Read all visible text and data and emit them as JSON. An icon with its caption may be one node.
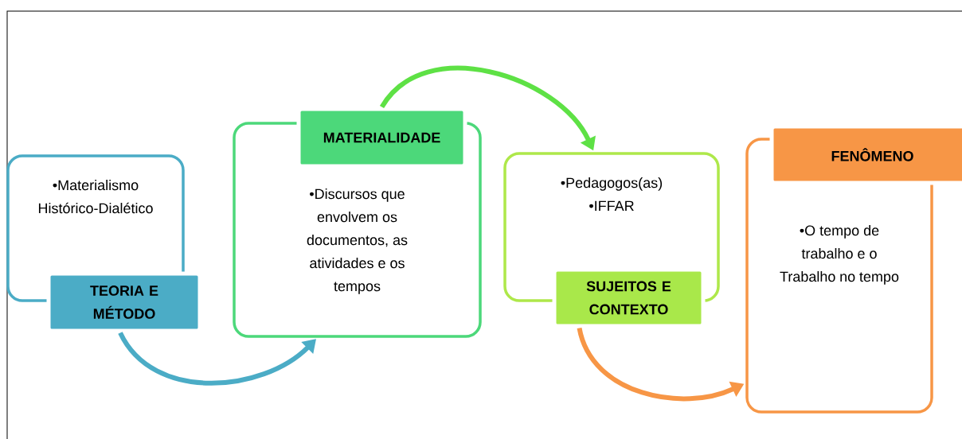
{
  "diagram": {
    "nodes": [
      {
        "text": [
          "•Materialismo Histórico-Dialético"
        ]
      },
      {
        "text": [
          "TEORIA E MÉTODO"
        ]
      },
      {
        "text": [
          "•Discursos que envolvem os documentos, as atividades e os tempos"
        ]
      },
      {
        "text": [
          "MATERIALIDADE"
        ]
      },
      {
        "text": [
          "•Pedagogos(as)",
          "•IFFAR"
        ]
      },
      {
        "text": [
          "SUJEITOS E CONTEXTO"
        ]
      },
      {
        "text": [
          "•O tempo de trabalho e o Trabalho no tempo"
        ]
      },
      {
        "text": [
          "FENÔMENO"
        ]
      }
    ],
    "edges": [
      {
        "from": 1,
        "to": 2,
        "arrow": "to",
        "color": "#4bacc6"
      },
      {
        "from": 3,
        "to": 4,
        "arrow": "to",
        "color": "#5ee145"
      },
      {
        "from": 5,
        "to": 6,
        "arrow": "to",
        "color": "#f79646"
      }
    ]
  }
}
